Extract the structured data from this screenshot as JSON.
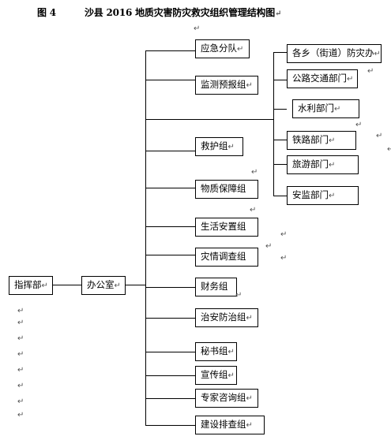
{
  "figure": {
    "label": "图 4",
    "title": "沙县 2016 地质灾害防灾救灾组织管理结构图",
    "para_mark": "↵"
  },
  "root": {
    "label": "指挥部"
  },
  "office": {
    "label": "办公室"
  },
  "groups": [
    {
      "label": "应急分队"
    },
    {
      "label": "监测预报组"
    },
    {
      "label": "救护组"
    },
    {
      "label": "物质保障组"
    },
    {
      "label": "生活安置组"
    },
    {
      "label": "灾情调查组"
    },
    {
      "label": "财务组"
    },
    {
      "label": "治安防治组"
    },
    {
      "label": "秘书组"
    },
    {
      "label": "宣传组"
    },
    {
      "label": "专家咨询组"
    },
    {
      "label": "建设排查组"
    }
  ],
  "departments": [
    {
      "label": "各乡（街道）防灾办"
    },
    {
      "label": "公路交通部门"
    },
    {
      "label": "水利部门"
    },
    {
      "label": "铁路部门"
    },
    {
      "label": "旅游部门"
    },
    {
      "label": "安监部门"
    }
  ]
}
